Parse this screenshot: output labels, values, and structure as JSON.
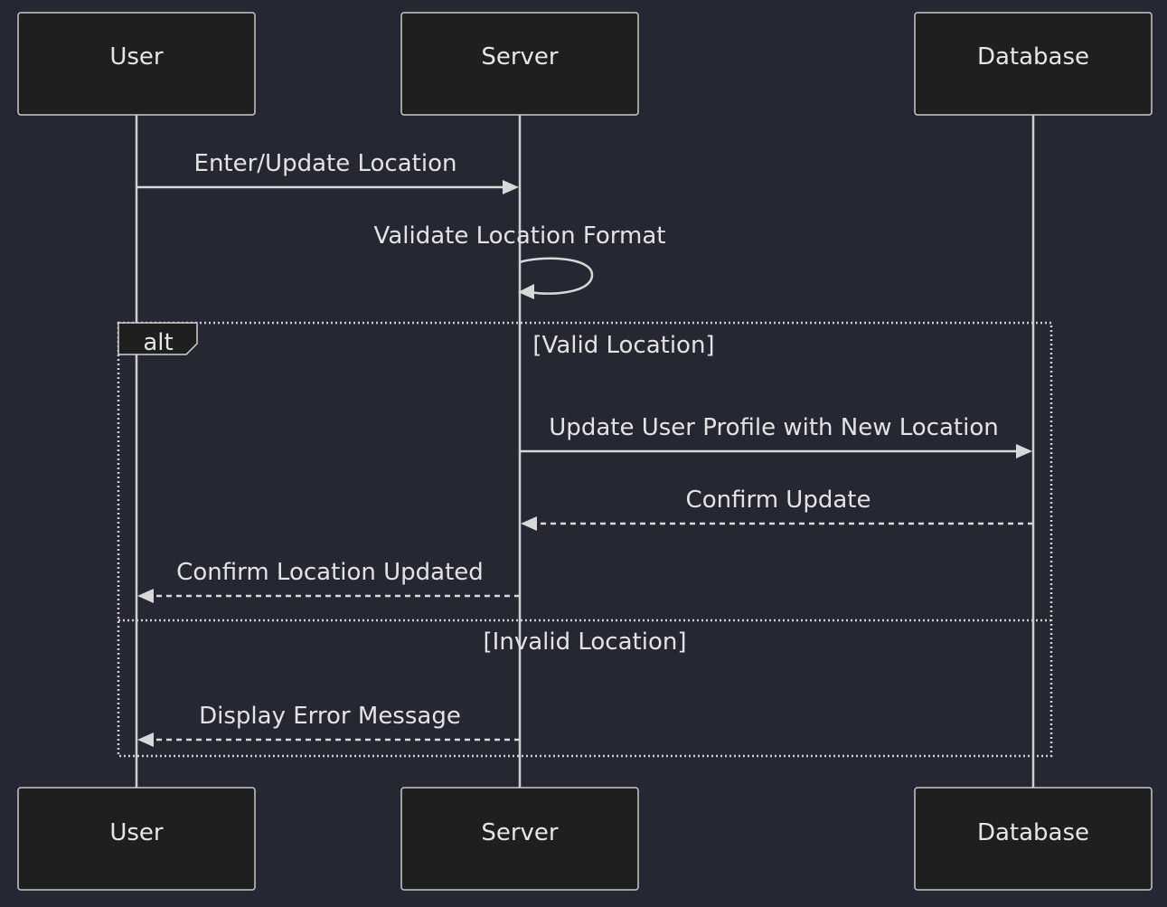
{
  "participants": [
    {
      "id": "user",
      "label": "User"
    },
    {
      "id": "server",
      "label": "Server"
    },
    {
      "id": "database",
      "label": "Database"
    }
  ],
  "messages": {
    "enter_update": {
      "label": "Enter/Update Location",
      "from": "user",
      "to": "server",
      "style": "solid"
    },
    "validate": {
      "label": "Validate Location Format",
      "from": "server",
      "to": "server",
      "style": "solid"
    },
    "update_profile": {
      "label": "Update User Profile with New Location",
      "from": "server",
      "to": "database",
      "style": "solid"
    },
    "confirm_update": {
      "label": "Confirm Update",
      "from": "database",
      "to": "server",
      "style": "dashed"
    },
    "confirm_location": {
      "label": "Confirm Location Updated",
      "from": "server",
      "to": "user",
      "style": "dashed"
    },
    "display_error": {
      "label": "Display Error Message",
      "from": "server",
      "to": "user",
      "style": "dashed"
    }
  },
  "alt_frame": {
    "keyword": "alt",
    "branches": [
      {
        "condition": "[Valid Location]"
      },
      {
        "condition": "[Invalid Location]"
      }
    ]
  },
  "colors": {
    "background": "#252833",
    "box_fill": "#1f1f1f",
    "line": "#d8d8d8",
    "text": "#e6e6e6"
  }
}
